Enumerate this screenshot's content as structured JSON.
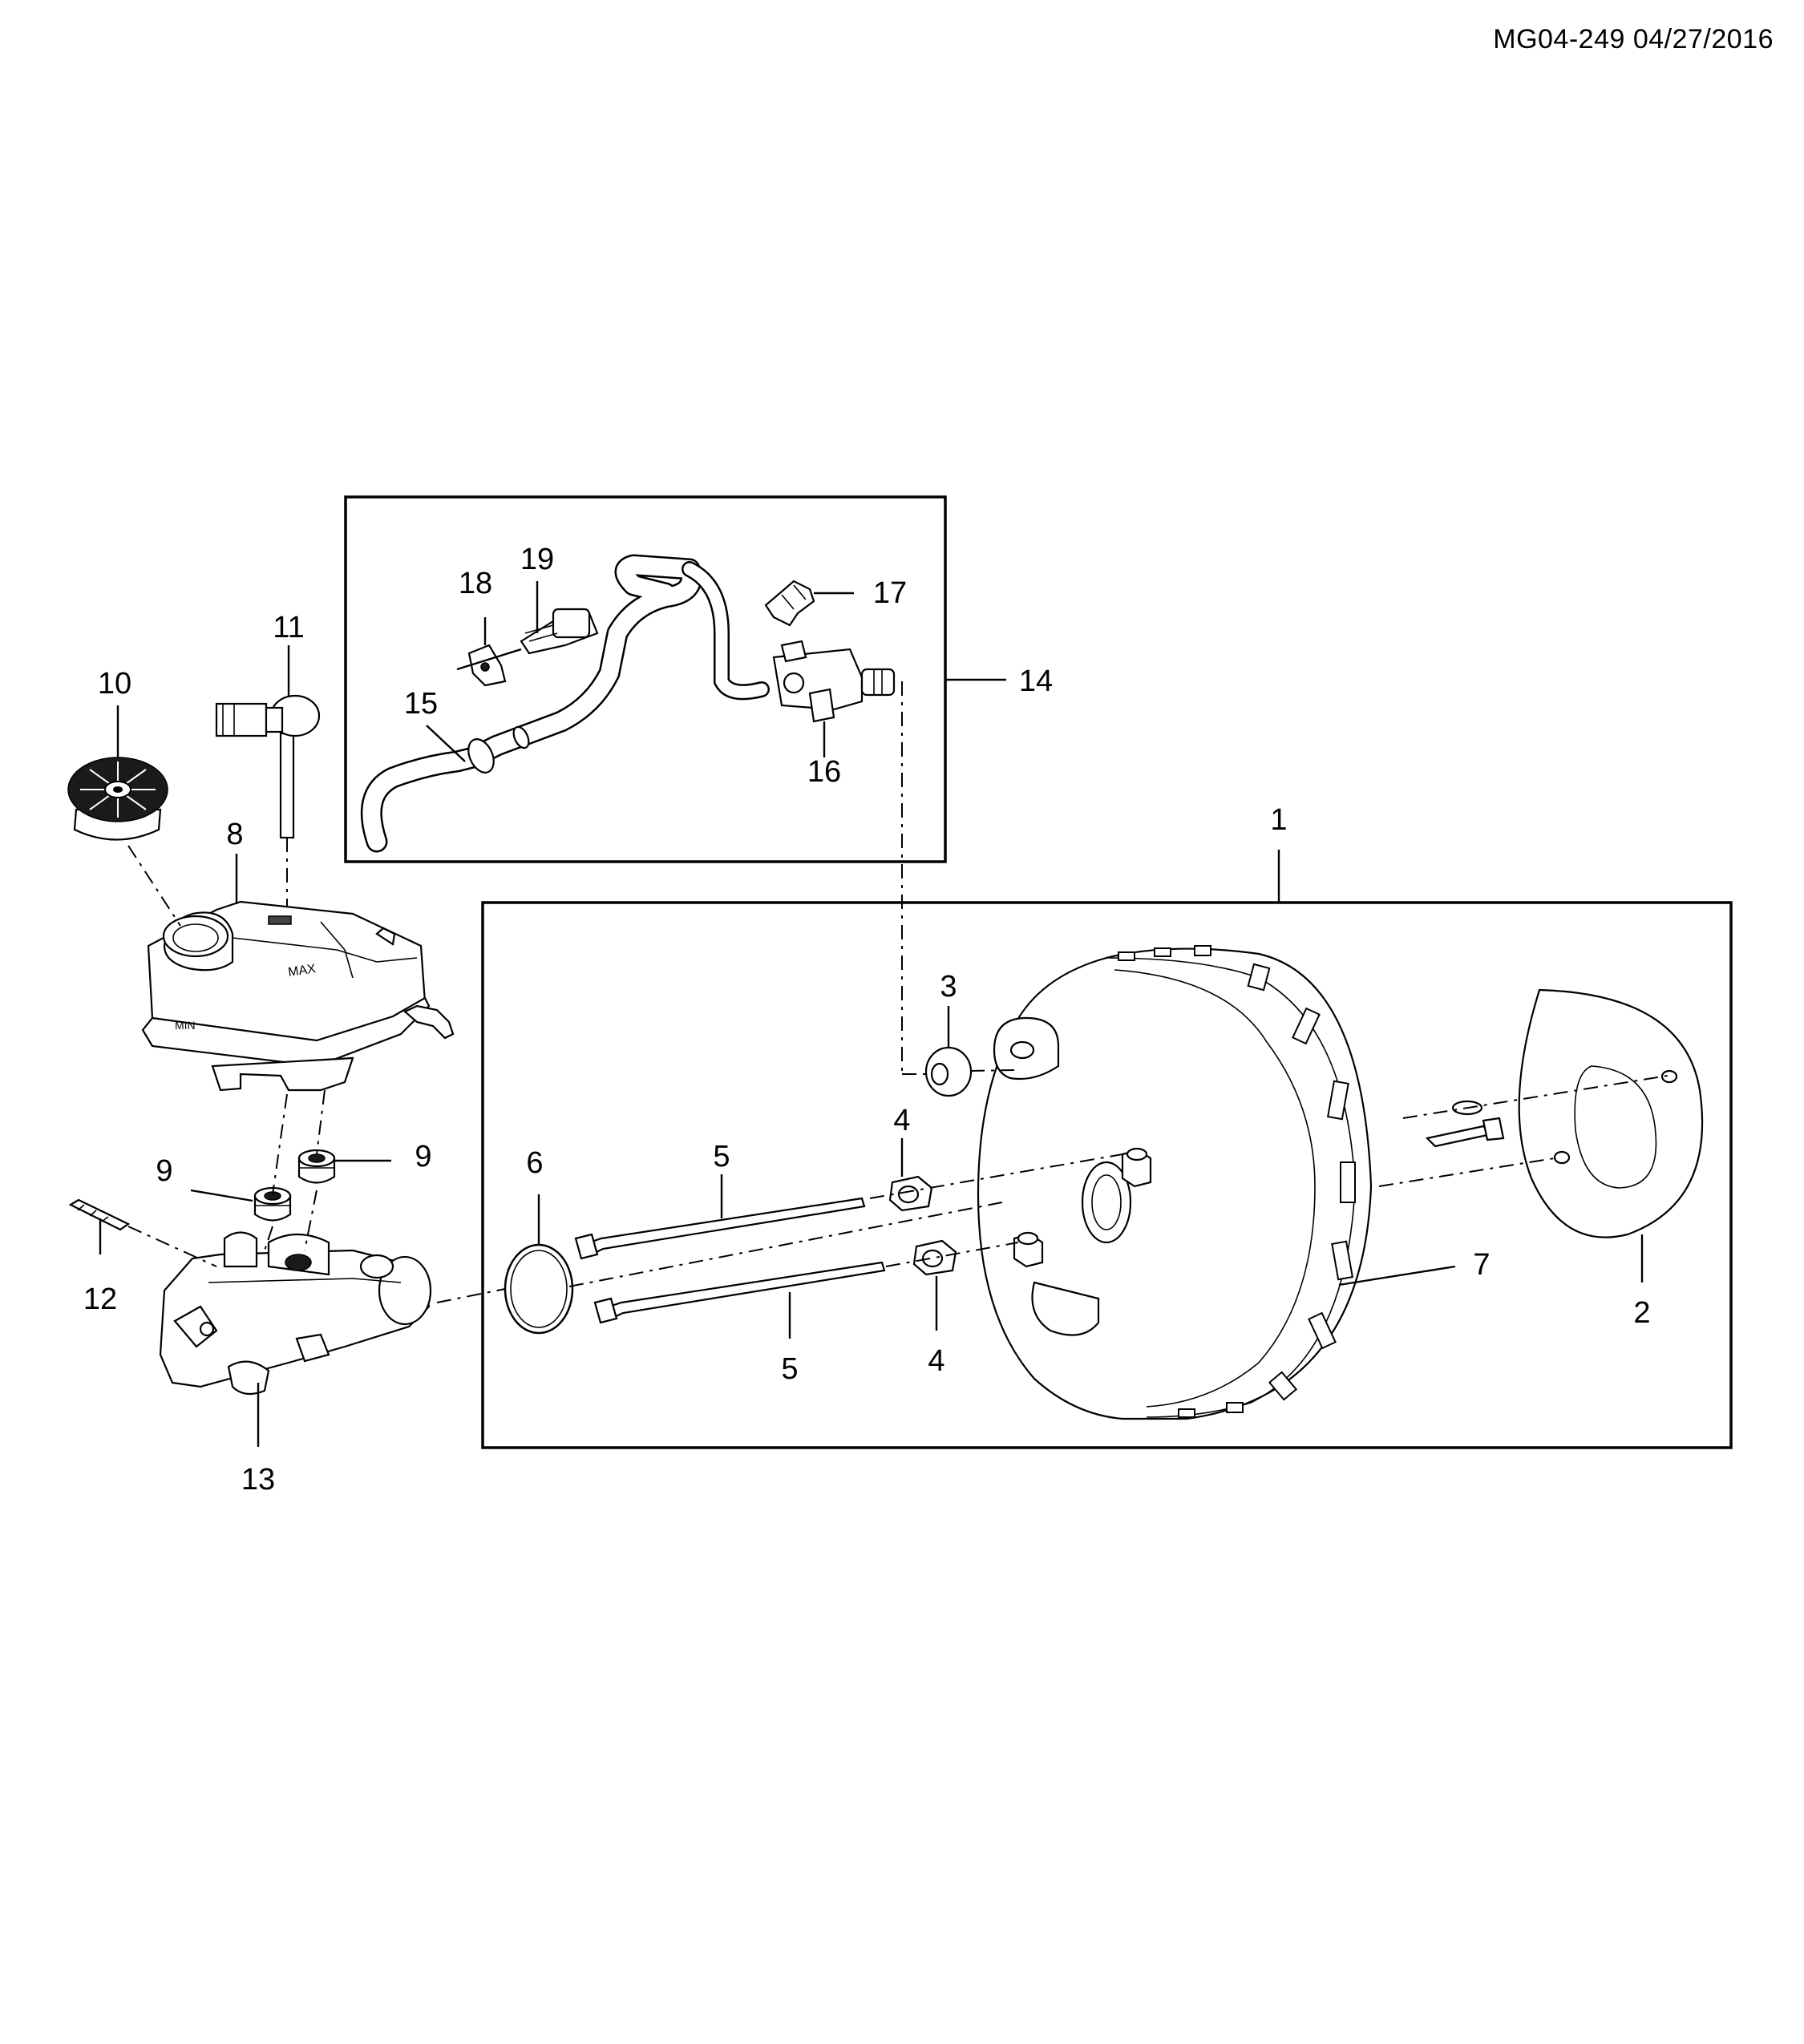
{
  "header": {
    "code": "MG04-249 04/27/2016"
  },
  "callouts": {
    "c1": "1",
    "c2": "2",
    "c3": "3",
    "c4a": "4",
    "c4b": "4",
    "c5a": "5",
    "c5b": "5",
    "c6": "6",
    "c7": "7",
    "c8": "8",
    "c9a": "9",
    "c9b": "9",
    "c10": "10",
    "c11": "11",
    "c12": "12",
    "c13": "13",
    "c14": "14",
    "c15": "15",
    "c16": "16",
    "c17": "17",
    "c18": "18",
    "c19": "19"
  },
  "reservoir_marks": {
    "max": "MAX",
    "min": "MIN"
  }
}
